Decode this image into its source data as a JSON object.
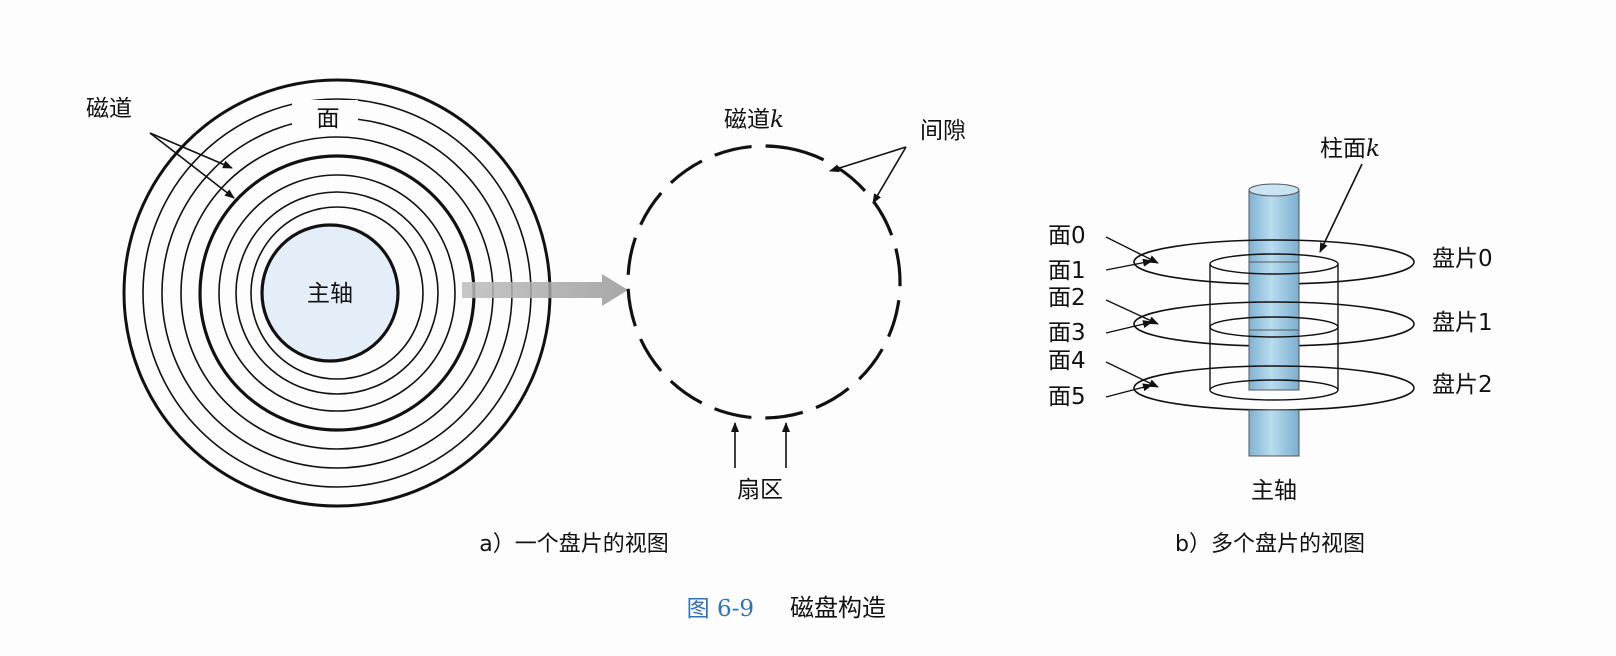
{
  "figure_a": {
    "track_label": "磁道",
    "surface_label": "面",
    "spindle_label": "主轴",
    "track_k_label": "磁道",
    "track_k_var": "k",
    "gap_label": "间隙",
    "sector_label": "扇区",
    "caption": "a）一个盘片的视图"
  },
  "figure_b": {
    "cylinder_label": "柱面",
    "cylinder_var": "k",
    "surfaces": [
      "面0",
      "面1",
      "面2",
      "面3",
      "面4",
      "面5"
    ],
    "platters": [
      "盘片0",
      "盘片1",
      "盘片2"
    ],
    "spindle_label": "主轴",
    "caption": "b）多个盘片的视图"
  },
  "title": {
    "number": "图 6-9",
    "text": "磁盘构造"
  },
  "colors": {
    "spindle_fill": "#e3eef8",
    "spindle_b_fill": "#a9d0e6",
    "title_number": "#2f72b8",
    "ink": "#111111"
  }
}
